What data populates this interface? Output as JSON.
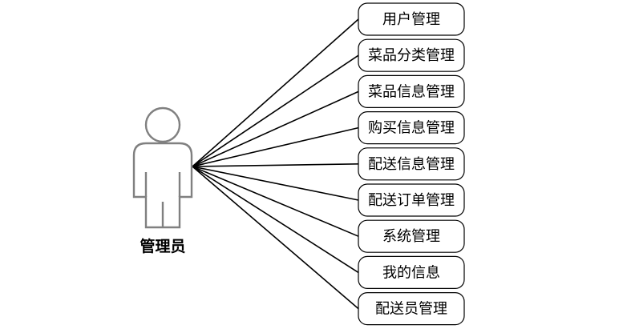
{
  "actor": {
    "label": "管理员",
    "icon": "person-icon"
  },
  "use_cases": [
    {
      "label": "用户管理"
    },
    {
      "label": "菜品分类管理"
    },
    {
      "label": "菜品信息管理"
    },
    {
      "label": "购买信息管理"
    },
    {
      "label": "配送信息管理"
    },
    {
      "label": "配送订单管理"
    },
    {
      "label": "系统管理"
    },
    {
      "label": "我的信息"
    },
    {
      "label": "配送员管理"
    }
  ],
  "colors": {
    "actor_outline": "#808080",
    "line": "#000000",
    "box_border": "#000000",
    "background": "#ffffff"
  }
}
